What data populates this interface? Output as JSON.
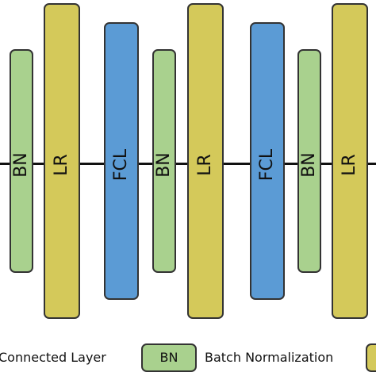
{
  "colors": {
    "bn": "#a9d18e",
    "lr": "#d4c95a",
    "fcl": "#5b9bd5",
    "line": "#111111"
  },
  "blocks": [
    {
      "label": "BN",
      "kind": "bn"
    },
    {
      "label": "LR",
      "kind": "lr"
    },
    {
      "label": "FCL",
      "kind": "fcl"
    },
    {
      "label": "BN",
      "kind": "bn"
    },
    {
      "label": "LR",
      "kind": "lr"
    },
    {
      "label": "FCL",
      "kind": "fcl"
    },
    {
      "label": "BN",
      "kind": "bn"
    },
    {
      "label": "LR",
      "kind": "lr"
    }
  ],
  "legend": {
    "fcl_text": "Connected Layer",
    "bn_swatch_label": "BN",
    "bn_text": "Batch Normalization"
  }
}
